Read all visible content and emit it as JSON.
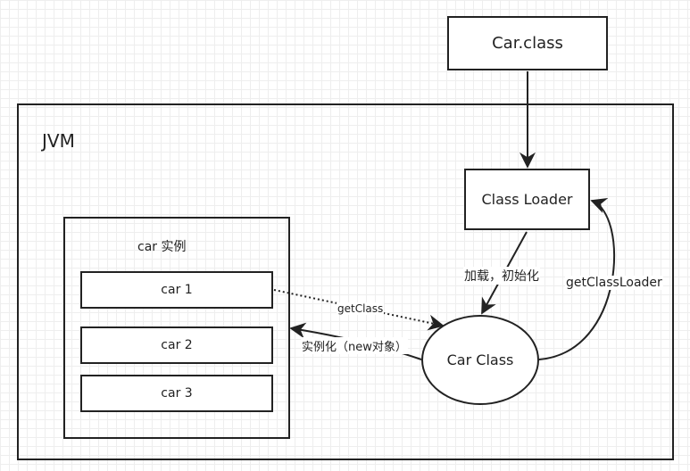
{
  "car_class_file": "Car.class",
  "jvm_label": "JVM",
  "class_loader": "Class Loader",
  "car_class": "Car  Class",
  "instances": {
    "title": "car   实例",
    "items": [
      "car    1",
      "car    2",
      "car    3"
    ]
  },
  "edges": {
    "load_init": "加载，初始化",
    "get_class_loader": "getClassLoader",
    "get_class": "getClass",
    "instantiate": "实例化（new对象）"
  }
}
